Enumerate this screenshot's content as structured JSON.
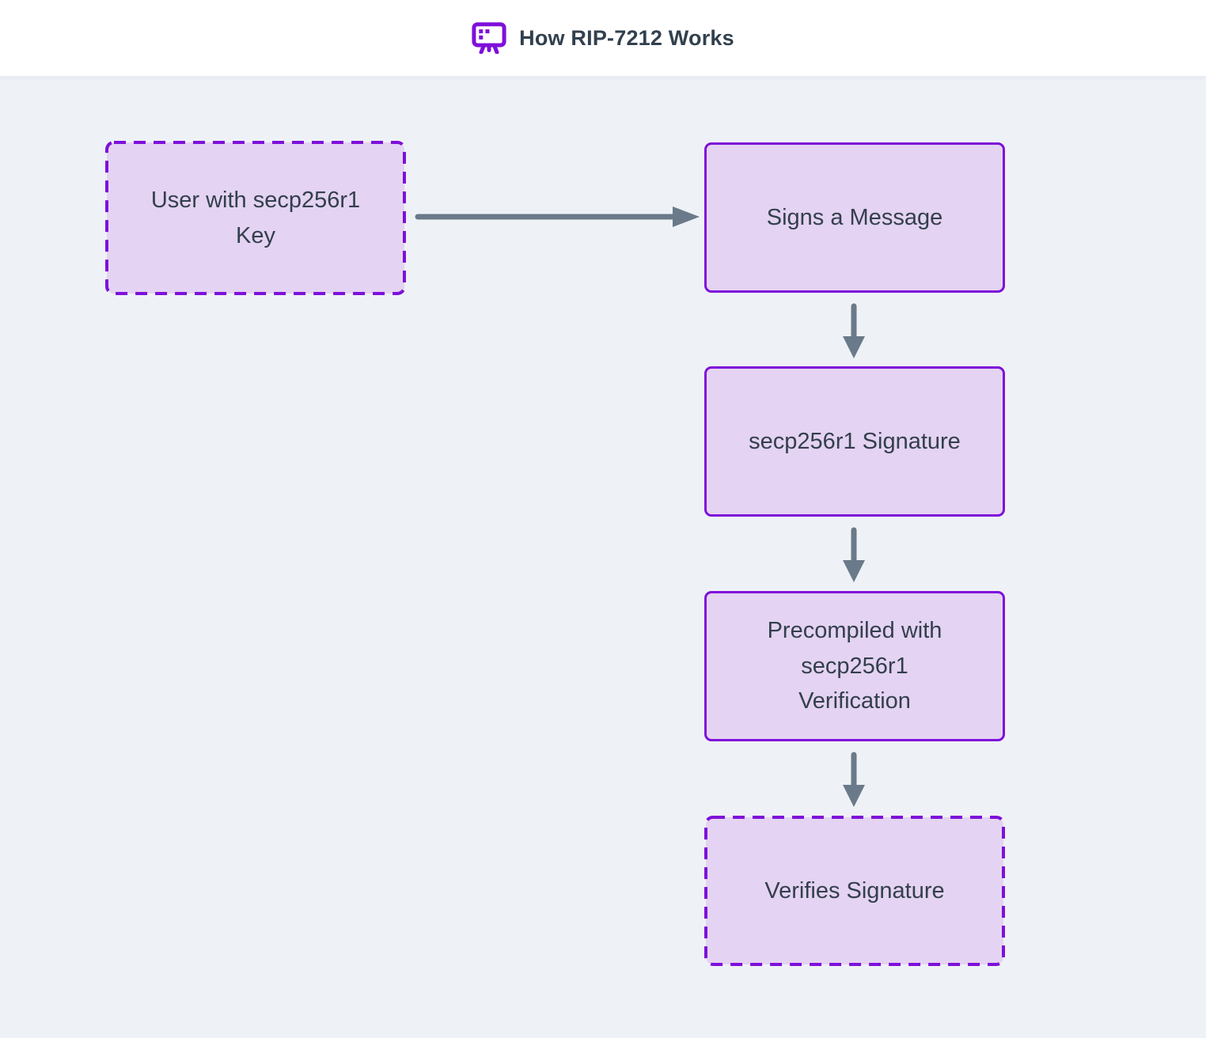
{
  "header": {
    "title": "How RIP-7212 Works",
    "icon": "presentation-board-icon"
  },
  "colors": {
    "accent_purple": "#7e10da",
    "node_fill": "#e4d3f2",
    "node_text": "#333f4d",
    "arrow_gray": "#6a7a8a",
    "canvas_background": "#eef2f6",
    "header_background": "#ffffff"
  },
  "diagram": {
    "type": "flowchart",
    "nodes": [
      {
        "id": "user-key",
        "label": "User with secp256r1\nKey",
        "border_style": "dashed"
      },
      {
        "id": "signs-message",
        "label": "Signs a Message",
        "border_style": "solid"
      },
      {
        "id": "signature",
        "label": "secp256r1 Signature",
        "border_style": "solid"
      },
      {
        "id": "precompile",
        "label": "Precompiled with\nsecp256r1\nVerification",
        "border_style": "solid"
      },
      {
        "id": "verifies",
        "label": "Verifies Signature",
        "border_style": "dashed"
      }
    ],
    "edges": [
      {
        "from": "user-key",
        "to": "signs-message",
        "direction": "right"
      },
      {
        "from": "signs-message",
        "to": "signature",
        "direction": "down"
      },
      {
        "from": "signature",
        "to": "precompile",
        "direction": "down"
      },
      {
        "from": "precompile",
        "to": "verifies",
        "direction": "down"
      }
    ]
  }
}
